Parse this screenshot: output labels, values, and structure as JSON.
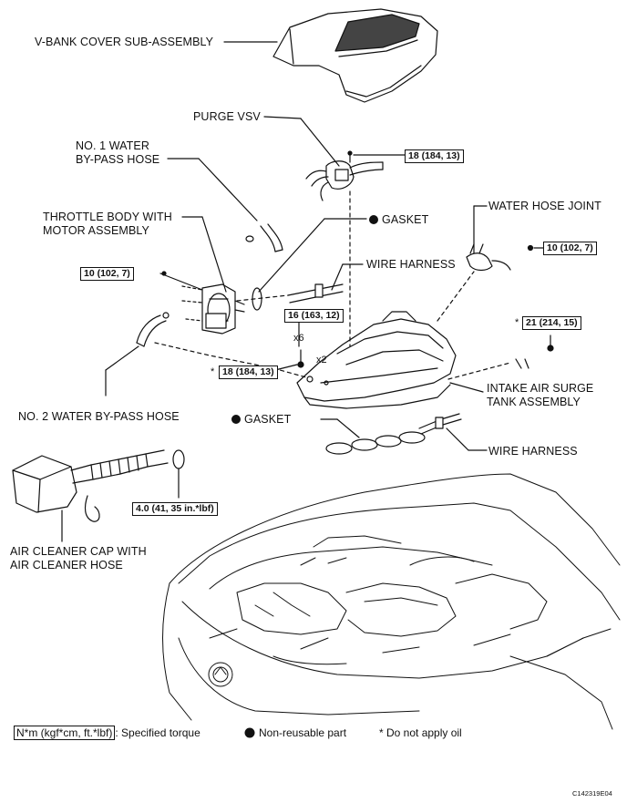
{
  "labels": {
    "v_bank_cover": "V-BANK COVER SUB-ASSEMBLY",
    "purge_vsv": "PURGE VSV",
    "no1_water_line1": "NO. 1 WATER",
    "no1_water_line2": "BY-PASS HOSE",
    "throttle_line1": "THROTTLE BODY WITH",
    "throttle_line2": "MOTOR ASSEMBLY",
    "gasket_top": "GASKET",
    "water_hose_joint": "WATER HOSE JOINT",
    "wire_harness_top": "WIRE HARNESS",
    "no2_water": "NO. 2 WATER BY-PASS HOSE",
    "intake_line1": "INTAKE AIR SURGE",
    "intake_line2": "TANK ASSEMBLY",
    "gasket_bottom": "GASKET",
    "wire_harness_bottom": "WIRE HARNESS",
    "air_cleaner_line1": "AIR CLEANER CAP WITH",
    "air_cleaner_line2": "AIR CLEANER HOSE"
  },
  "torques": {
    "purge_vsv": "18 (184, 13)",
    "throttle": "10 (102, 7)",
    "water_joint": "10 (102, 7)",
    "surge_tank_16": "16 (163, 12)",
    "surge_tank_21": "21 (214, 15)",
    "surge_tank_18": "18 (184, 13)",
    "air_cleaner": "4.0 (41, 35 in.*lbf)"
  },
  "marks": {
    "star": "*",
    "x6": "x6",
    "x2": "x2"
  },
  "legend": {
    "unit": "N*m (kgf*cm, ft.*lbf)",
    "unit_desc": ": Specified torque",
    "non_reusable": "Non-reusable part",
    "no_oil": "* Do not apply oil"
  },
  "figure_code": "C142319E04",
  "icons": {
    "non_reusable": "filled-circle-icon"
  }
}
